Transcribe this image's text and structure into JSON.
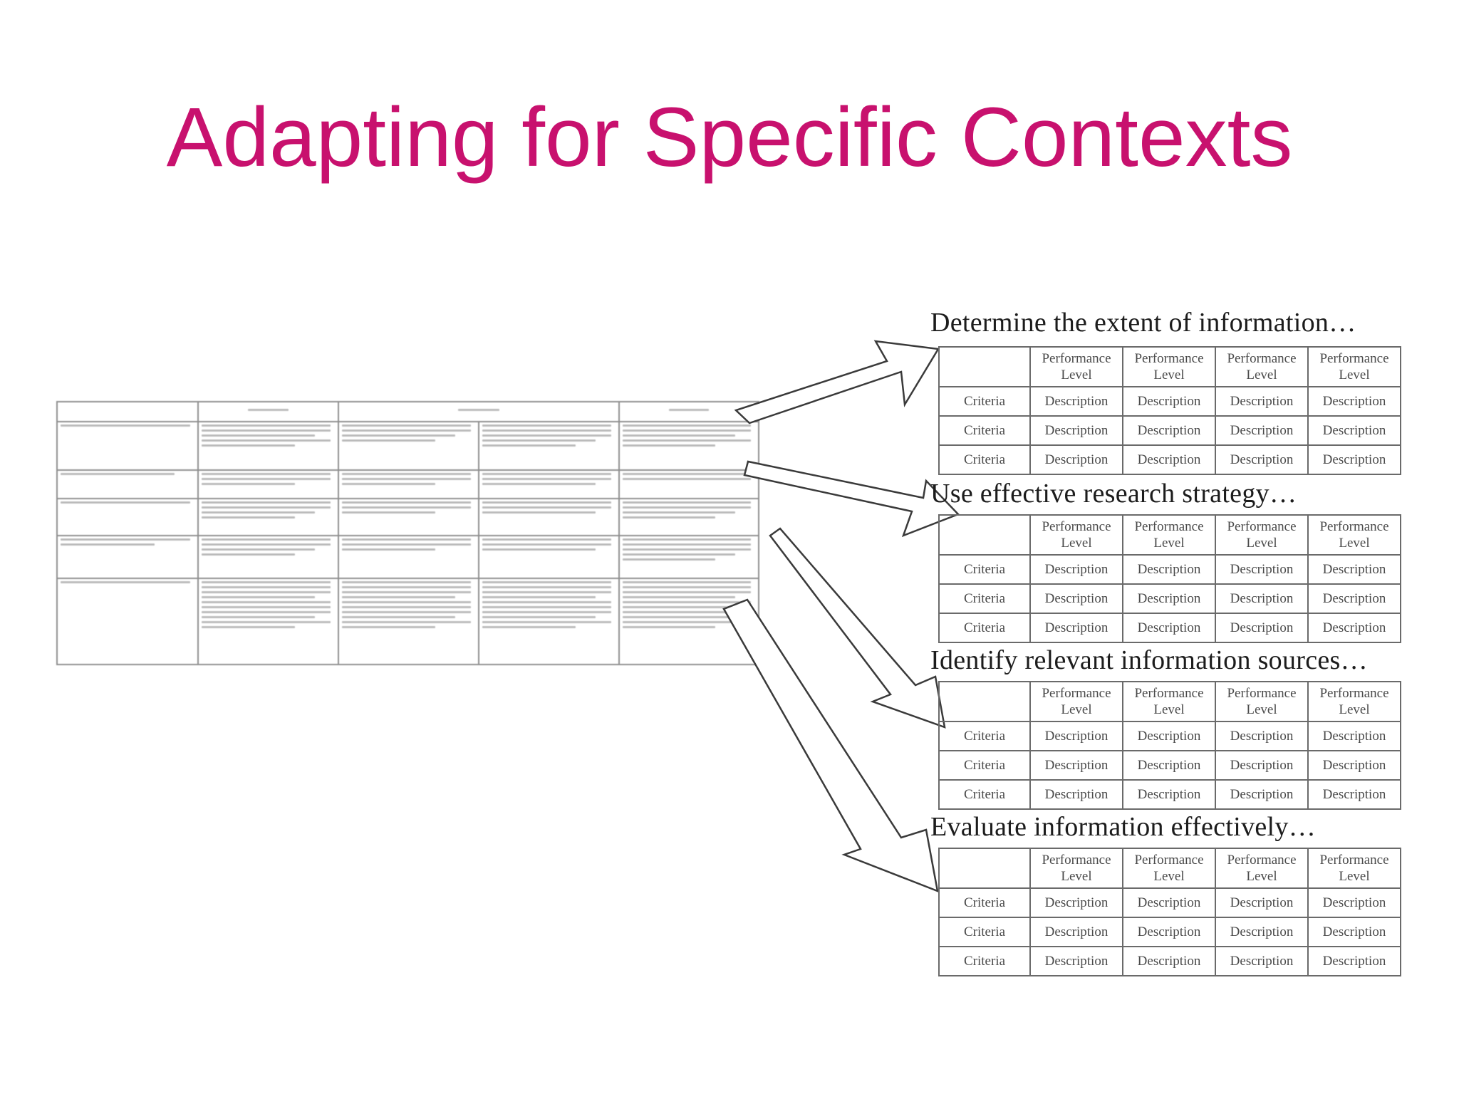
{
  "slide": {
    "title": "Adapting for Specific Contexts"
  },
  "mini_tables": [
    {
      "title": "Determine the extent of information…",
      "header": {
        "line1": "Performance",
        "line2": "Level"
      },
      "row_label": "Criteria",
      "cell_label": "Description"
    },
    {
      "title": "Use effective research  strategy…",
      "header": {
        "line1": "Performance",
        "line2": "Level"
      },
      "row_label": "Criteria",
      "cell_label": "Description"
    },
    {
      "title": "Identify relevant information sources…",
      "header": {
        "line1": "Performance",
        "line2": "Level"
      },
      "row_label": "Criteria",
      "cell_label": "Description"
    },
    {
      "title": "Evaluate information  effectively…",
      "header": {
        "line1": "Performance",
        "line2": "Level"
      },
      "row_label": "Criteria",
      "cell_label": "Description"
    }
  ],
  "colors": {
    "title": "#c8116e",
    "table_border": "#6a6a6a",
    "arrow_stroke": "#3a3a3a"
  }
}
